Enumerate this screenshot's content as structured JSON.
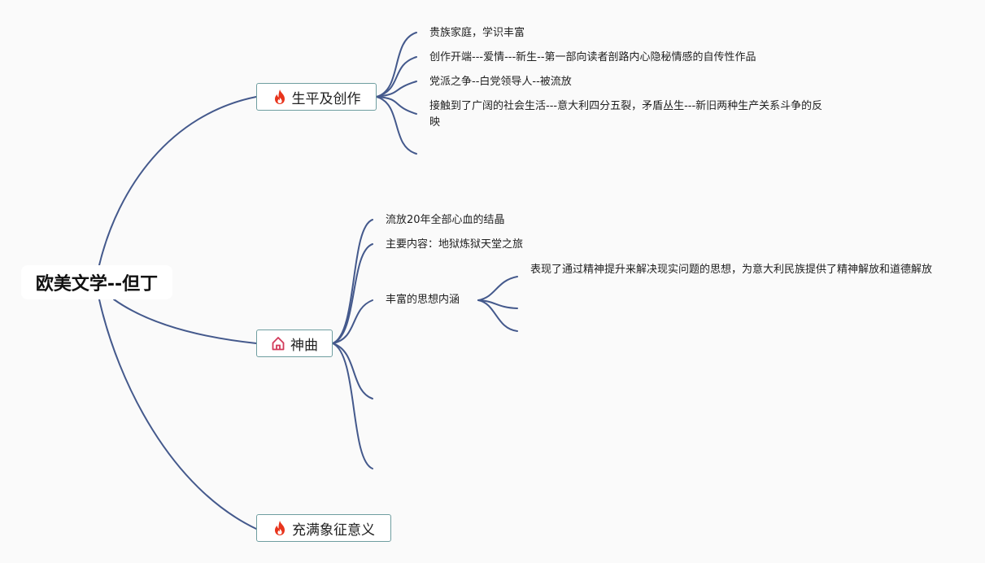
{
  "root": {
    "title": "欧美文学--但丁"
  },
  "branches": [
    {
      "title": "生平及创作",
      "icon": "fire-icon",
      "children": [
        "贵族家庭，学识丰富",
        "创作开端---爱情---新生--第一部向读者剖路内心隐秘情感的自传性作品",
        "党派之争--白党领导人--被流放",
        "接触到了广阔的社会生活---意大利四分五裂，矛盾丛生---新旧两种生产关系斗争的反映",
        ""
      ]
    },
    {
      "title": "神曲",
      "icon": "home-icon",
      "children": [
        "流放20年全部心血的结晶",
        "主要内容：地狱炼狱天堂之旅",
        "丰富的思想内涵",
        "",
        ""
      ],
      "subchildren": [
        "表现了通过精神提升来解决现实问题的思想，为意大利民族提供了精神解放和道德解放",
        "",
        ""
      ]
    },
    {
      "title": "充满象征意义",
      "icon": "fire-icon",
      "children": []
    }
  ],
  "colors": {
    "line": "#44598c",
    "branch_border": "#6f9ea0",
    "fire_icon": "#e8341c",
    "home_icon": "#d23a5a"
  }
}
